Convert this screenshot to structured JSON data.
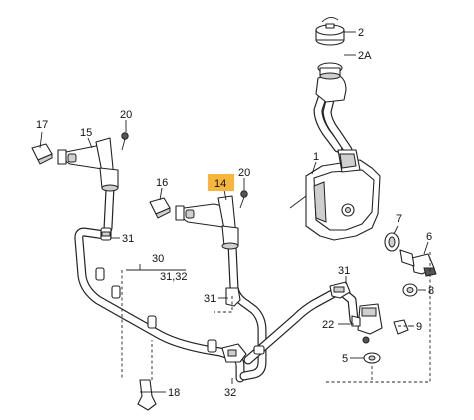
{
  "callouts": {
    "c1": "1",
    "c2": "2",
    "c2a": "2A",
    "c5": "5",
    "c6": "6",
    "c7": "7",
    "c8": "8",
    "c9": "9",
    "c14": "14",
    "c15": "15",
    "c16": "16",
    "c17": "17",
    "c18": "18",
    "c20a": "20",
    "c20b": "20",
    "c22": "22",
    "c30": "30",
    "c3132": "31,32",
    "c31a": "31",
    "c31b": "31",
    "c31c": "31",
    "c32": "32"
  },
  "colors": {
    "highlight": "#f7b53b",
    "line": "#222222"
  }
}
